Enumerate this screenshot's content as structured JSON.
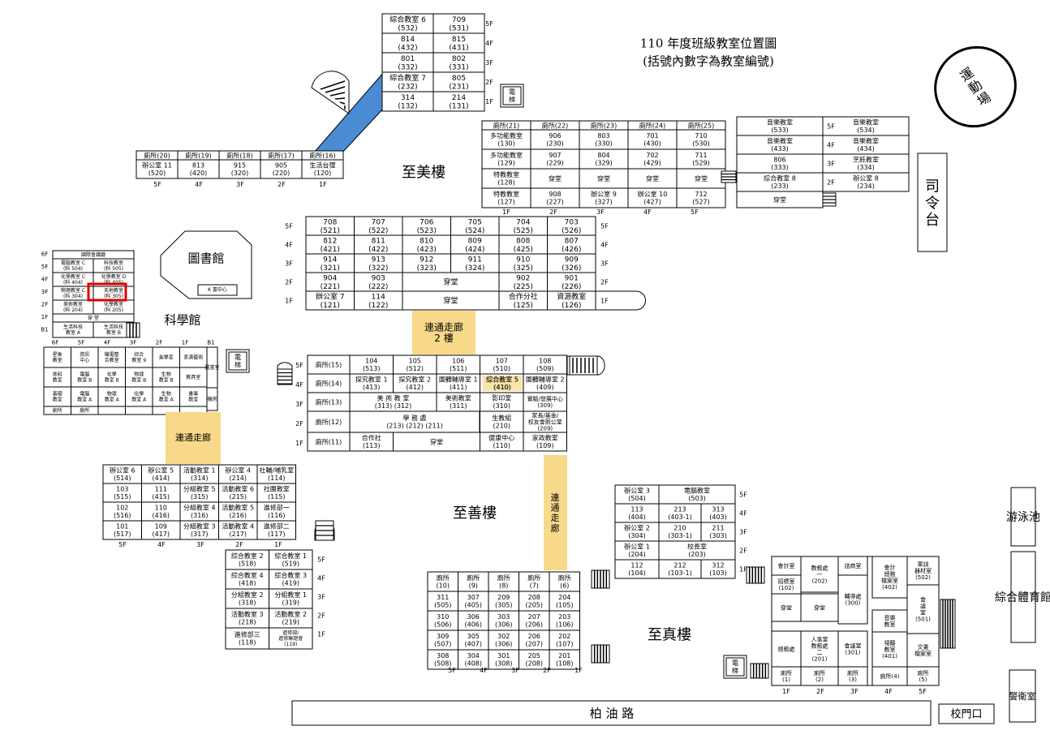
{
  "title": "110 年度班級教室位置圖",
  "subtitle": "(括號內數字為教室編號)",
  "labels": {
    "playground": "運動場",
    "podium": "司令台",
    "zhimei": "至美樓",
    "zhishan": "至善樓",
    "zhizhen": "至真樓",
    "science": "科學館",
    "library": "圖書館",
    "library_sub": "K 書中心",
    "corridor2": "連通走廊 2樓",
    "corridor_left": "連通走廊",
    "corridor_right": "連通走廊",
    "road": "柏 油 路",
    "gate": "校門口",
    "pool": "游泳池",
    "gym": "綜合體育館",
    "guard": "警衛室",
    "elevator": "電梯",
    "highlight_room": "天地教室"
  },
  "floors5": [
    "5F",
    "4F",
    "3F",
    "2F",
    "1F"
  ],
  "zhimei_left": [
    [
      "綜合教室 6\n(532)",
      "709\n(531)"
    ],
    [
      "814\n(432)",
      "815\n(431)"
    ],
    [
      "801\n(332)",
      "802\n(331)"
    ],
    [
      "綜合教室 7\n(232)",
      "805\n(231)"
    ],
    [
      "314\n(132)",
      "214\n(131)"
    ]
  ],
  "zhimei_bottom": [
    "廁所(20)",
    "廁所(19)",
    "廁所(18)",
    "廁所(17)",
    "廁所(16)",
    "辦公室 11\n(520)",
    "813\n(420)",
    "915\n(320)",
    "905\n(220)",
    "生活台理\n(120)"
  ],
  "zhimei_bottom_floors": [
    "5F",
    "4F",
    "3F",
    "2F",
    "1F"
  ],
  "zhimei_right": [
    [
      "廁所(21)",
      "廁所(22)",
      "廁所(23)",
      "廁所(24)",
      "廁所(25)"
    ],
    [
      "多功能教室\n(130)",
      "906\n(230)",
      "803\n(330)",
      "701\n(430)",
      "710\n(530)"
    ],
    [
      "多功能教室\n(129)",
      "907\n(229)",
      "804\n(329)",
      "702\n(429)",
      "711\n(529)"
    ],
    [
      "特教教室\n(128)",
      "穿堂",
      "穿堂",
      "穿堂",
      "穿堂"
    ],
    [
      "特教教室\n(127)",
      "908\n(227)",
      "辦公室 9\n(327)",
      "辦公室 10\n(427)",
      "712\n(527)"
    ]
  ],
  "zhimei_right_floors": [
    "1F",
    "2F",
    "3F",
    "4F",
    "5F"
  ],
  "music": [
    [
      "音樂教室\n(533)",
      "音樂教室\n(534)"
    ],
    [
      "音樂教室\n(433)",
      "音樂教室\n(434)"
    ],
    [
      "806\n(333)",
      "烹飪教室\n(334)"
    ],
    [
      "綜合教室 8\n(233)",
      "辦公室 8\n(234)"
    ],
    [
      "穿堂"
    ]
  ],
  "main_block": [
    [
      "708\n(521)",
      "707\n(522)",
      "706\n(523)",
      "705\n(524)",
      "704\n(525)",
      "703\n(526)"
    ],
    [
      "812\n(421)",
      "811\n(422)",
      "810\n(423)",
      "809\n(424)",
      "808\n(425)",
      "807\n(426)"
    ],
    [
      "914\n(321)",
      "913\n(322)",
      "912\n(323)",
      "911\n(324)",
      "910\n(325)",
      "909\n(326)"
    ],
    [
      "904\n(221)",
      "903\n(222)",
      "穿堂",
      "902\n(225)",
      "901\n(226)"
    ],
    [
      "辦公室 7\n(121)",
      "114\n(122)",
      "穿堂",
      "合作分社\n(125)",
      "資源教室\n(126)"
    ]
  ],
  "science": {
    "top": "國際會議廳",
    "rows": [
      [
        "電腦教室 C\n(科 504)",
        "科技教室\n(科 505)"
      ],
      [
        "化學教室 C\n(科 404)",
        "化學教室 D\n(科 405)"
      ],
      [
        "物理教室 C\n(科 304)",
        "天地教室\n(科 305)"
      ],
      [
        "美術教室\n(科 204)",
        "化學教室\n(科 205)"
      ]
    ],
    "hall": "穿 堂",
    "b1": [
      "生活科技\n教室 A",
      "生活科技\n教室 B"
    ],
    "floors": [
      "6F",
      "5F",
      "4F",
      "3F",
      "2F",
      "1F",
      "B1"
    ]
  },
  "annex": {
    "floors": [
      "6F",
      "5F",
      "4F",
      "3F",
      "2F",
      "1F",
      "B1"
    ],
    "rows": [
      [
        "星象\n教室",
        "資訊\n中心",
        "機電整\n合教室",
        "綜合\n教室 9",
        "美學室",
        "表演藝術"
      ],
      [
        "地科\n教室",
        "電腦\n教室 B",
        "化學\n教室 B",
        "物理\n教室 B",
        "生物\n教室 B",
        "教具室"
      ],
      [
        "基礎\n教室",
        "電腦\n教室 A",
        "物理\n教室 A",
        "化學\n教室 A",
        "生物\n教室 A",
        "重軍\n教室"
      ],
      [
        "廁所",
        "廁所",
        "",
        "",
        "",
        ""
      ]
    ],
    "side": [
      "圖書室",
      "機房"
    ]
  },
  "zhishan": {
    "floors": [
      "5F",
      "4F",
      "3F",
      "2F",
      "1F"
    ],
    "rows": [
      [
        "廁所(15)",
        "104\n(513)",
        "105\n(512)",
        "106\n(511)",
        "107\n(510)",
        "108\n(509)"
      ],
      [
        "廁所(14)",
        "探究教室 1\n(413)",
        "探究教室 2\n(412)",
        "圖體輔導室 1\n(411)",
        "綜合教室 5\n(410)",
        "圖體輔導室 2\n(409)"
      ],
      [
        "廁所(13)",
        "美 術 教 室\n(313) (312)",
        "美術教室\n(311)",
        "影印室\n(310)",
        "實驗/發展中心\n(309)"
      ],
      [
        "廁所(12)",
        "學 務 處\n(213) (212) (211)",
        "生教組\n(210)",
        "家長/基金/\n校友會辦公室\n(209)"
      ],
      [
        "廁所(11)",
        "合作社\n(113)",
        "穿堂",
        "健康中心\n(110)",
        "家政教室\n(109)"
      ]
    ]
  },
  "left_lower": {
    "rows": [
      [
        "辦公室 6\n(514)",
        "辦公室 5\n(414)",
        "活動教室 1\n(314)",
        "辦公室 4\n(214)",
        "社輔/哺乳室\n(114)"
      ],
      [
        "103\n(515)",
        "111\n(415)",
        "分組教室 5\n(315)",
        "活動教室 6\n(215)",
        "社團教室\n(115)"
      ],
      [
        "102\n(516)",
        "110\n(416)",
        "分組教室 4\n(316)",
        "活動教室 5\n(216)",
        "進修部一\n(116)"
      ],
      [
        "101\n(517)",
        "109\n(417)",
        "分組教室 3\n(317)",
        "活動教室 4\n(217)",
        "進修部二\n(117)"
      ]
    ],
    "floors": [
      "5F",
      "4F",
      "3F",
      "2F",
      "1F"
    ]
  },
  "center_lower": {
    "rows": [
      [
        "綜合教室 2\n(518)",
        "綜合教室 1\n(519)"
      ],
      [
        "綜合教室 4\n(418)",
        "綜合教室 3\n(419)"
      ],
      [
        "分組教室 2\n(318)",
        "分組教室 1\n(319)"
      ],
      [
        "活動教室 3\n(218)",
        "活動教室 2\n(219)"
      ],
      [
        "進修部三\n(118)",
        "進修部/\n進修聯誼會\n(119)"
      ]
    ],
    "floors": [
      "5F",
      "4F",
      "3F",
      "2F",
      "1F"
    ]
  },
  "south": {
    "rows": [
      [
        "廁所\n(10)",
        "廁所\n(9)",
        "廁所\n(8)",
        "廁所\n(7)",
        "廁所\n(6)"
      ],
      [
        "311\n(505)",
        "307\n(405)",
        "209\n(305)",
        "208\n(205)",
        "204\n(105)"
      ],
      [
        "310\n(506)",
        "306\n(406)",
        "303\n(306)",
        "207\n(206)",
        "203\n(106)"
      ],
      [
        "309\n(507)",
        "305\n(407)",
        "302\n(306)",
        "206\n(207)",
        "202\n(107)"
      ],
      [
        "308\n(508)",
        "304\n(408)",
        "301\n(308)",
        "205\n(208)",
        "201\n(108)"
      ]
    ],
    "floors": [
      "5F",
      "4F",
      "3F",
      "2F",
      "1F"
    ]
  },
  "east_mid": {
    "rows": [
      [
        "辦公室 3\n(504)",
        "電腦教室\n(503)"
      ],
      [
        "113\n(404)",
        "213\n(403-1)",
        "313\n(403)"
      ],
      [
        "辦公室 2\n(304)",
        "210\n(303-1)",
        "211\n(303)"
      ],
      [
        "辦公室 1\n(204)",
        "校長室\n(203)"
      ],
      [
        "112\n(104)",
        "212\n(103-1)",
        "312\n(103)"
      ]
    ],
    "floors": [
      "5F",
      "4F",
      "3F",
      "2F",
      "1F"
    ]
  },
  "zhizhen": {
    "cells": [
      "會計室",
      "教務處\n一\n(202)",
      "諮商室",
      "會計\n總務\n檔案室\n(402)",
      "軍訓\n器材室\n(502)",
      "招標室\n(102)",
      "輔導處\n(300)",
      "會\n議\n室\n(501)",
      "穿堂",
      "穿堂",
      "音樂\n教室",
      "總務處",
      "人事室\n教務處\n二\n(201)",
      "會議室\n(301)",
      "視聽\n教室\n(401)",
      "文書\n檔案室",
      "廁所\n(1)",
      "廁所\n(2)",
      "廁所\n(3)",
      "廁所(4)",
      "廁所\n(5)"
    ],
    "floors": [
      "1F",
      "2F",
      "3F",
      "4F",
      "5F"
    ]
  }
}
